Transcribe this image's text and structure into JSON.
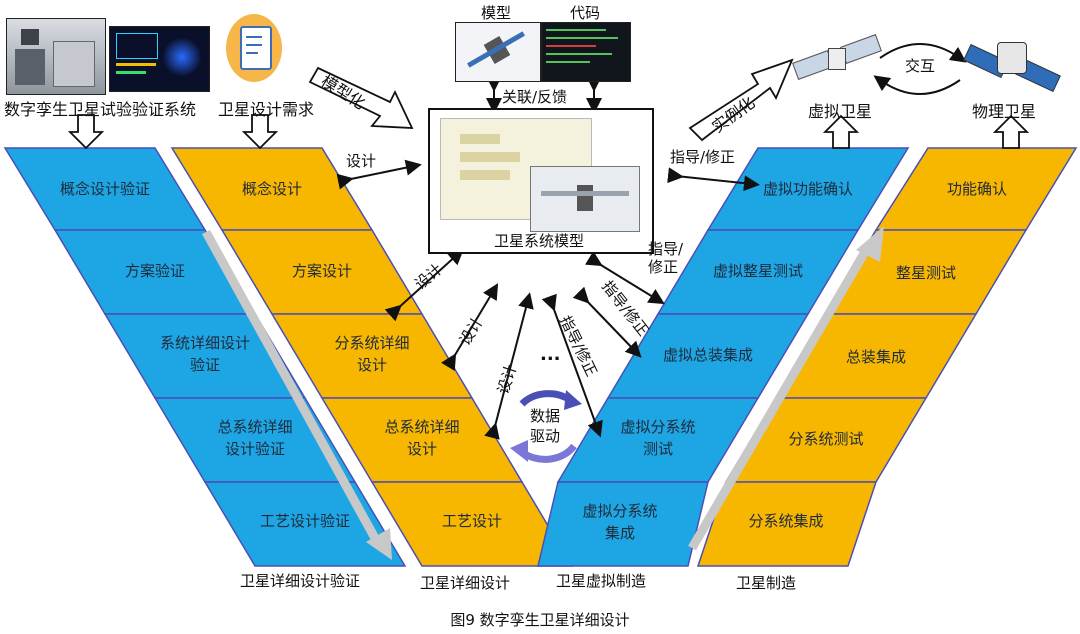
{
  "figure_caption": "图9   数字孪生卫星详细设计",
  "top_left": {
    "twin_system_label": "数字孪生卫星试验验证系统",
    "design_req_label": "卫星设计需求"
  },
  "top_center": {
    "model_label": "模型",
    "code_label": "代码",
    "relation_label": "关联/反馈",
    "system_model_label": "卫星系统模型"
  },
  "top_right": {
    "virtual_sat_label": "虚拟卫星",
    "physical_sat_label": "物理卫星",
    "interact_label": "交互"
  },
  "arrows": {
    "modeling": "模型化",
    "instantiate": "实例化",
    "design": "设计",
    "guide_fix": "指导/修正",
    "guide_fix_split": [
      "指导/",
      "修正"
    ],
    "ellipsis": "...",
    "data_driven": [
      "数据",
      "驱动"
    ]
  },
  "columns": {
    "verify": {
      "cells": [
        "概念设计验证",
        "方案验证",
        "系统详细设计验证",
        "总系统详细设计验证",
        "工艺设计验证"
      ],
      "cells_lines": [
        [
          "概念设计验证"
        ],
        [
          "方案验证"
        ],
        [
          "系统详细设计",
          "验证"
        ],
        [
          "总系统详细",
          "设计验证"
        ],
        [
          "工艺设计验证"
        ]
      ],
      "footer": "卫星详细设计验证"
    },
    "design": {
      "cells_lines": [
        [
          "概念设计"
        ],
        [
          "方案设计"
        ],
        [
          "分系统详细",
          "设计"
        ],
        [
          "总系统详细",
          "设计"
        ],
        [
          "工艺设计"
        ]
      ],
      "footer": "卫星详细设计"
    },
    "virtual": {
      "cells_lines": [
        [
          "虚拟功能确认"
        ],
        [
          "虚拟整星测试"
        ],
        [
          "虚拟总装集成"
        ],
        [
          "虚拟分系统",
          "测试"
        ],
        [
          "虚拟分系统",
          "集成"
        ]
      ],
      "footer": "卫星虚拟制造"
    },
    "physical": {
      "cells_lines": [
        [
          "功能确认"
        ],
        [
          "整星测试"
        ],
        [
          "总装集成"
        ],
        [
          "分系统测试"
        ],
        [
          "分系统集成"
        ]
      ],
      "footer": "卫星制造"
    }
  },
  "colors": {
    "blue": "#1ea6e4",
    "orange": "#f7b700",
    "stroke": "#4a4fb5",
    "gray_arrow": "#c8c8c8"
  }
}
